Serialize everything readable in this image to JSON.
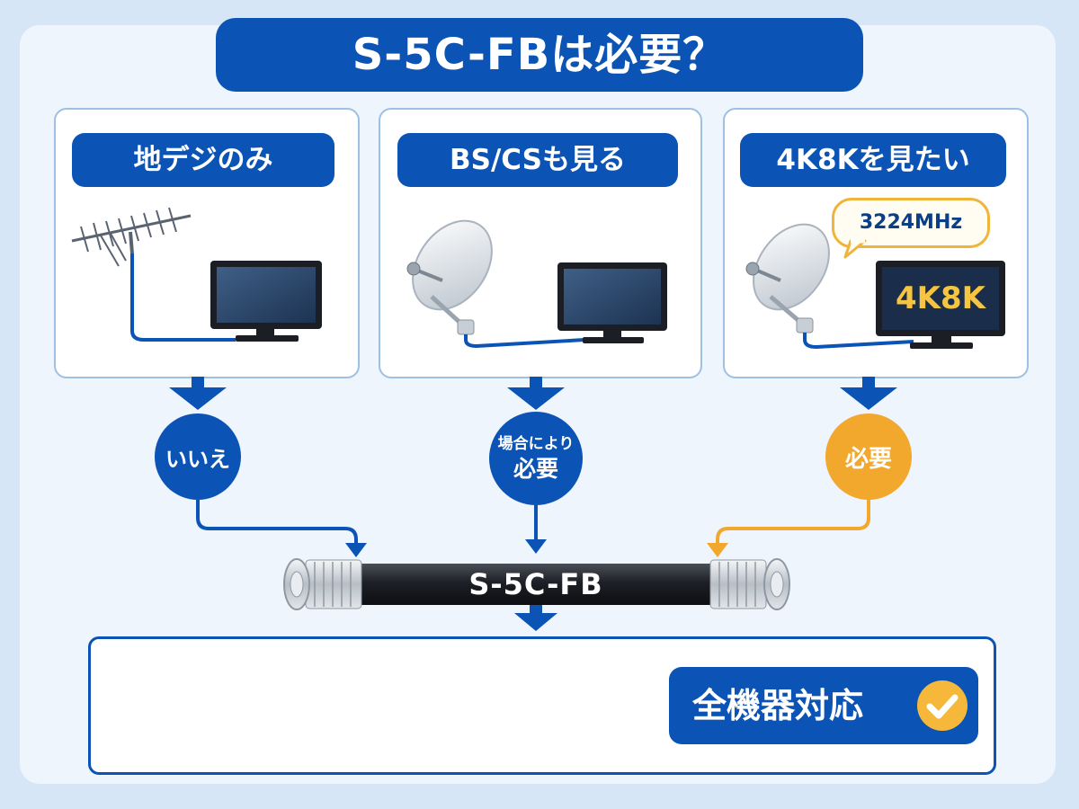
{
  "header": {
    "title": "S-5C-FBは必要？"
  },
  "scenarios": [
    {
      "label": "地デジのみ",
      "answer": "いいえ",
      "answer_color": "#0b53b4"
    },
    {
      "label": "BS/CSも見る",
      "answer_line1": "場合により",
      "answer_line2": "必要",
      "answer_color": "#0b53b4"
    },
    {
      "label": "4K8Kを見たい",
      "answer": "必要",
      "answer_color": "#f2a72d",
      "frequency": "3224MHz",
      "screen_text": "4K8K"
    }
  ],
  "cable": {
    "label": "S-5C-FB"
  },
  "result": {
    "label": "全機器対応"
  },
  "colors": {
    "primary": "#0b53b4",
    "accent": "#f2a72d",
    "panel_border": "#9ec0e4",
    "background": "#d6e6f7"
  }
}
